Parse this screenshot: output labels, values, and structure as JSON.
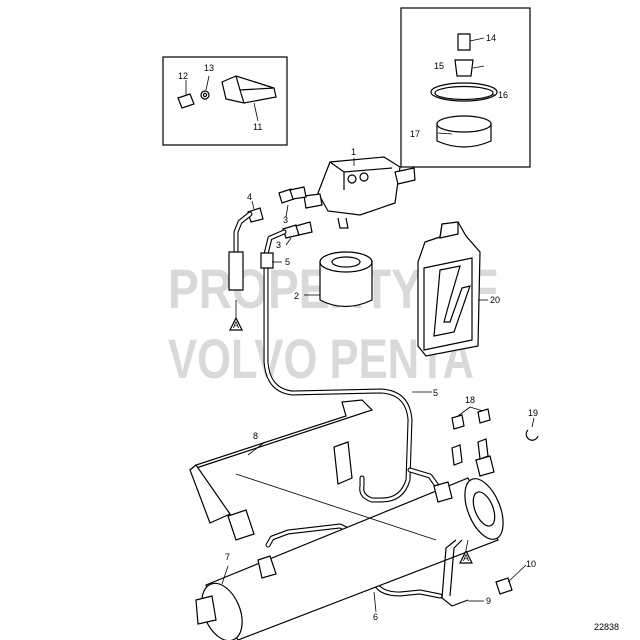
{
  "watermark": {
    "line1": "PROPERTY OF",
    "line2": "VOLVO PENTA"
  },
  "drawing_number": "22838",
  "callouts": {
    "c1": "1",
    "c2": "2",
    "c3a": "3",
    "c3b": "3",
    "c4": "4",
    "c5a": "5",
    "c5b": "5",
    "c6": "6",
    "c7": "7",
    "c8": "8",
    "c9": "9",
    "c10": "10",
    "c11": "11",
    "c12": "12",
    "c13": "13",
    "c14": "14",
    "c15": "15",
    "c16": "16",
    "c17": "17",
    "c18": "18",
    "c19": "19",
    "c20": "20"
  },
  "reference_markers": {
    "a1": "A",
    "a2": "A"
  },
  "colors": {
    "line": "#000000",
    "watermark": "#d9d9d9",
    "background": "#ffffff"
  }
}
